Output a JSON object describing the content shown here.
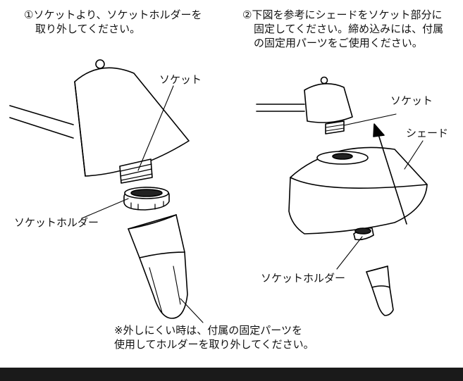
{
  "step1": {
    "line1": "①ソケットより、ソケットホルダーを",
    "line2": "取り外してください。"
  },
  "step2": {
    "line1": "②下図を参考にシェードをソケット部分に",
    "line2": "固定してください。締め込みには、付属",
    "line3": "の固定用パーツをご使用ください。"
  },
  "labels": {
    "socket_left": "ソケット",
    "socket_holder_left": "ソケットホルダー",
    "socket_right": "ソケット",
    "shade": "シェード",
    "socket_holder_right": "ソケットホルダー"
  },
  "note": {
    "line1": "※外しにくい時は、付属の固定パーツを",
    "line2": "使用してホルダーを取り外してください。"
  }
}
